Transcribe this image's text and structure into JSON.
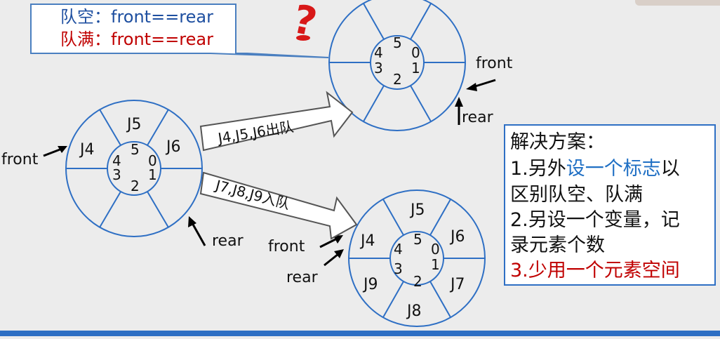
{
  "callout": {
    "line1": "队空：front==rear",
    "line2": "队满：front==rear"
  },
  "question_mark": "?",
  "queue_left": {
    "front_label": "front",
    "rear_label": "rear",
    "outer_labels": [
      "J5",
      "J6",
      "J4"
    ],
    "inner_numbers": [
      "5",
      "0",
      "1",
      "2",
      "3",
      "4"
    ]
  },
  "queue_top": {
    "front_label": "front",
    "rear_label": "rear",
    "inner_numbers": [
      "5",
      "0",
      "1",
      "2",
      "3",
      "4"
    ]
  },
  "queue_bottom": {
    "front_label": "front",
    "rear_label": "rear",
    "outer_labels": [
      "J5",
      "J6",
      "J7",
      "J8",
      "J9",
      "J4"
    ],
    "inner_numbers": [
      "5",
      "0",
      "1",
      "2",
      "3",
      "4"
    ]
  },
  "arrow_dequeue_label": "J4,J5,J6出队",
  "arrow_enqueue_label": "J7,J8,J9入队",
  "solution": {
    "title": "解决方案：",
    "item1_prefix": "1.另外",
    "item1_highlight": "设一个标志",
    "item1_suffix": "以",
    "item1_line2": "区别队空、队满",
    "item2_line1": "2.另设一个变量，记",
    "item2_line2": "录元素个数",
    "item3": "3.少用一个元素空间"
  },
  "colors": {
    "ring": "#2e6fc4",
    "callout_text": "#1e4fa0",
    "alert_text": "#c00000",
    "highlight_text": "#1f6fc4",
    "arrow_outline": "#555555"
  }
}
